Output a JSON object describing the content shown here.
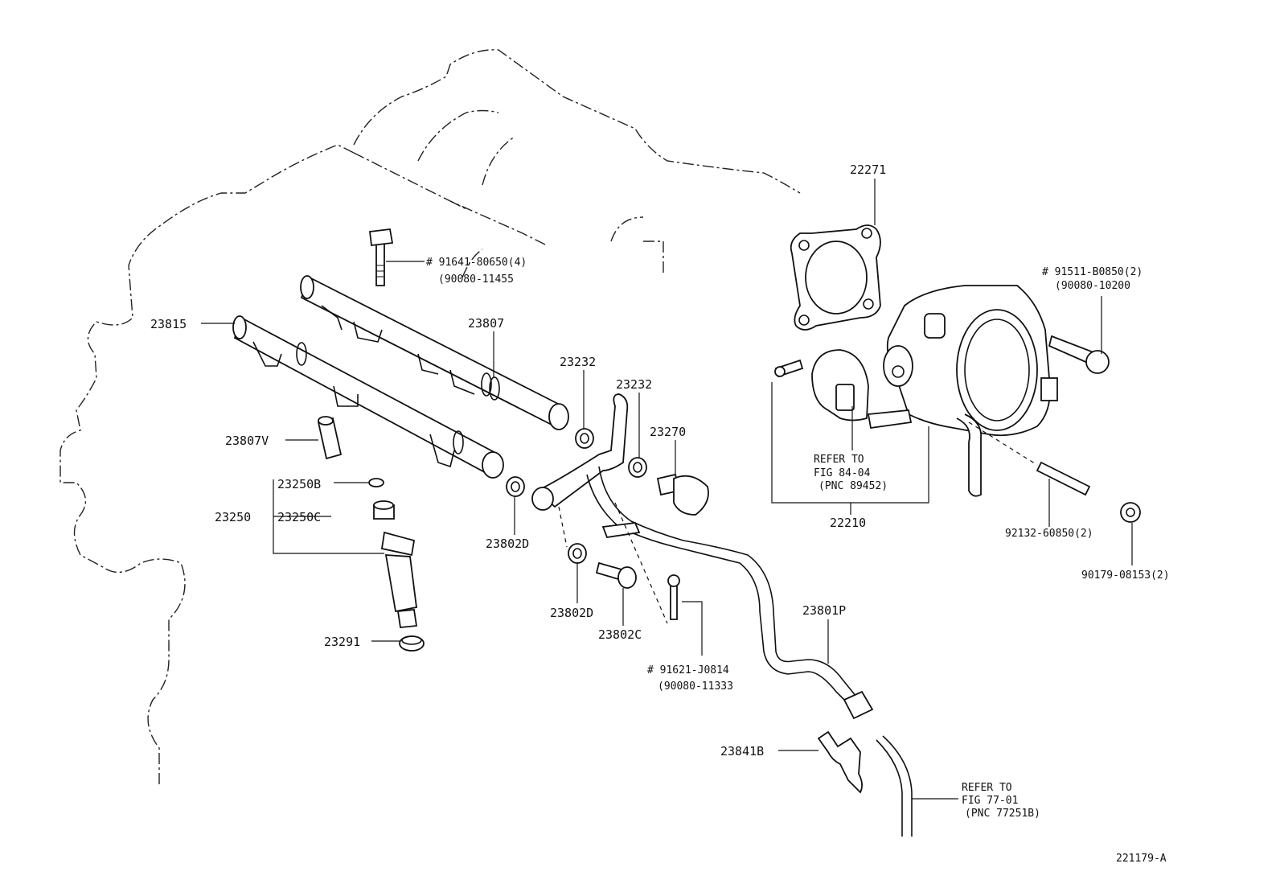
{
  "diagram_id": "221179-A",
  "labels": {
    "p22271": "22271",
    "p91641_a": "# 91641-80650(4)",
    "p91641_b": "(90080-11455",
    "p91511_a": "# 91511-B0850(2)",
    "p91511_b": "(90080-10200",
    "p23815": "23815",
    "p23807": "23807",
    "p23232_a": "23232",
    "p23232_b": "23232",
    "p23270": "23270",
    "p23807v": "23807V",
    "p23250b": "23250B",
    "p23250": "23250",
    "p23250c": "23250C",
    "p23802d_a": "23802D",
    "p23802d_b": "23802D",
    "p23802c": "23802C",
    "p23291": "23291",
    "p91621_a": "# 91621-J0814",
    "p91621_b": "(90080-11333",
    "p23801p": "23801P",
    "p23841b": "23841B",
    "p22210": "22210",
    "p92132": "92132-60850(2)",
    "p90179": "90179-08153(2)",
    "ref84_1": "REFER TO",
    "ref84_2": "FIG 84-04",
    "ref84_3": "(PNC 89452)",
    "ref77_1": "REFER TO",
    "ref77_2": "FIG 77-01",
    "ref77_3": "(PNC 77251B)"
  }
}
